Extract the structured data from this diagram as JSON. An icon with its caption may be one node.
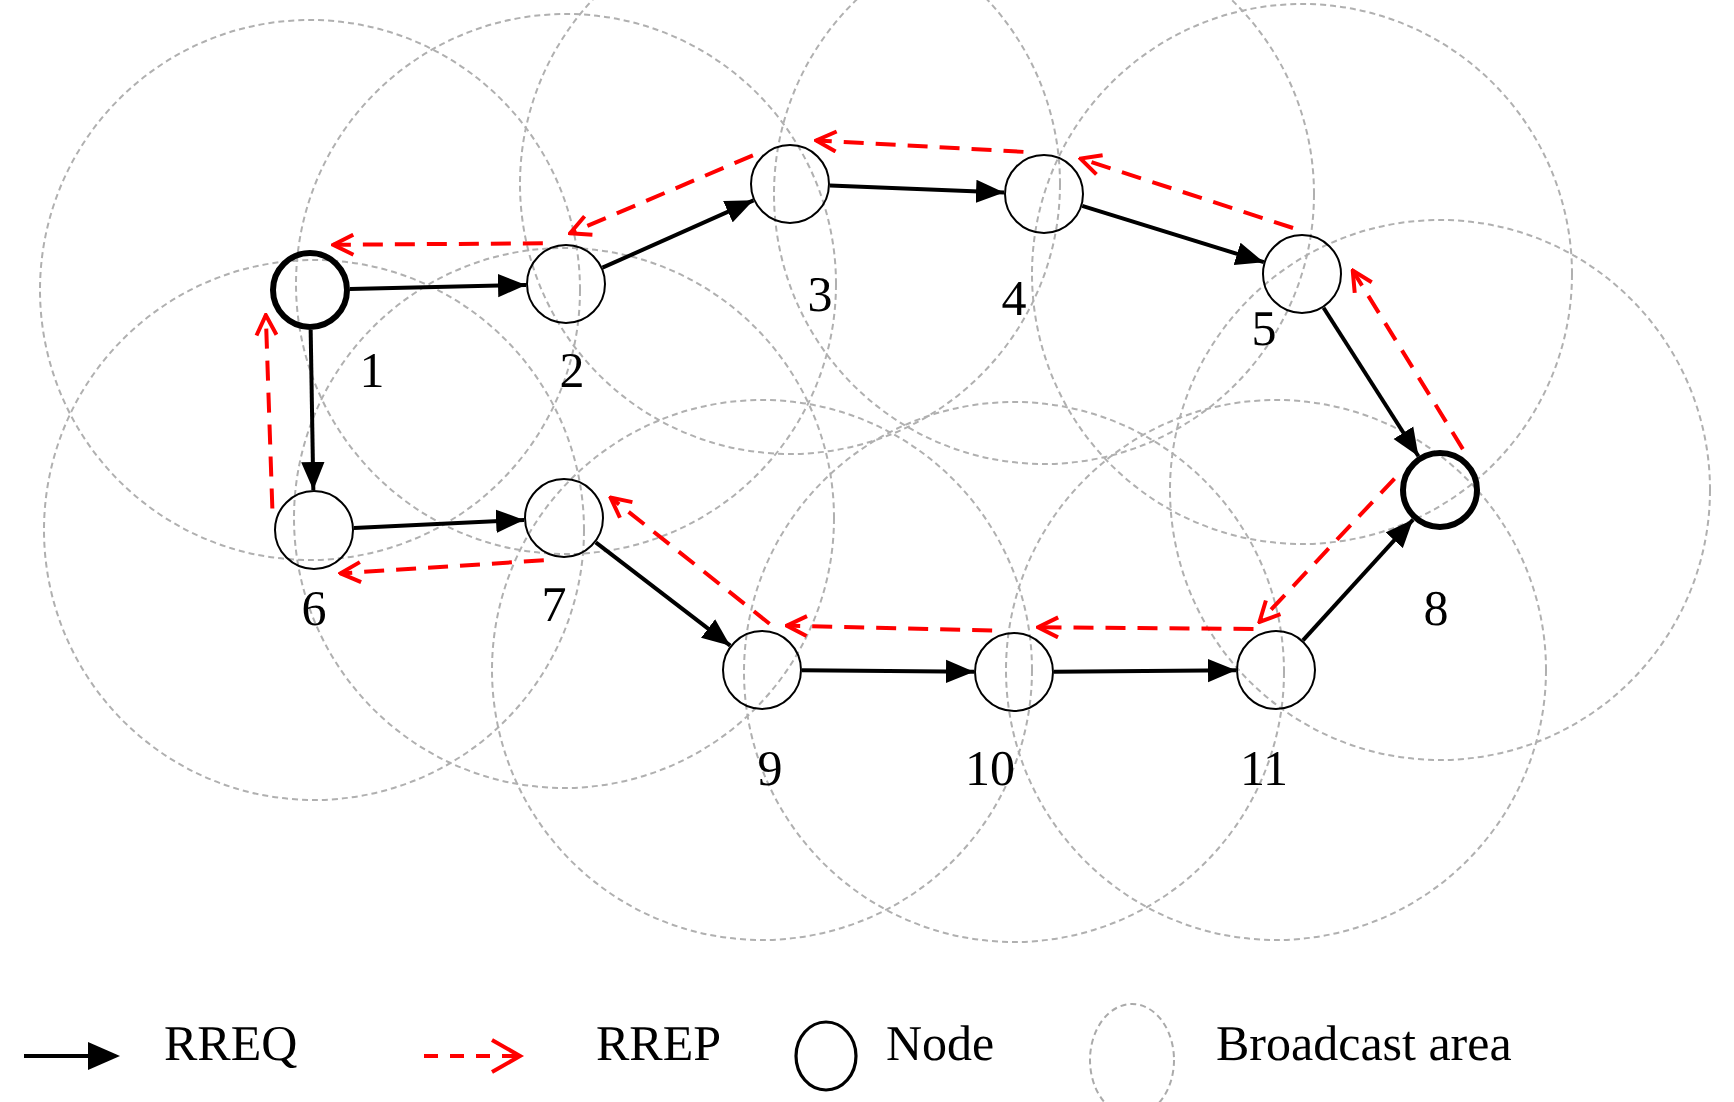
{
  "diagram": {
    "nodes": [
      {
        "text": [],
        "shape": "circle",
        "beside": [
          "1"
        ]
      },
      {
        "text": [],
        "shape": "circle",
        "beside": [
          "2"
        ]
      },
      {
        "text": [],
        "shape": "circle",
        "beside": [
          "3"
        ]
      },
      {
        "text": [],
        "shape": "circle",
        "beside": [
          "4"
        ]
      },
      {
        "text": [],
        "shape": "circle",
        "beside": [
          "5"
        ]
      },
      {
        "text": [],
        "shape": "circle",
        "beside": [
          "6"
        ]
      },
      {
        "text": [],
        "shape": "circle",
        "beside": [
          "7"
        ]
      },
      {
        "text": [],
        "shape": "circle",
        "beside": [
          "8"
        ]
      },
      {
        "text": [],
        "shape": "circle",
        "beside": [
          "9"
        ]
      },
      {
        "text": [],
        "shape": "circle",
        "beside": [
          "10"
        ]
      },
      {
        "text": [],
        "shape": "circle",
        "beside": [
          "11"
        ]
      }
    ],
    "edges": [
      {
        "from": 0,
        "to": 1,
        "arrow": "to"
      },
      {
        "from": 1,
        "to": 2,
        "arrow": "to"
      },
      {
        "from": 2,
        "to": 3,
        "arrow": "to"
      },
      {
        "from": 3,
        "to": 4,
        "arrow": "to"
      },
      {
        "from": 4,
        "to": 7,
        "arrow": "to"
      },
      {
        "from": 0,
        "to": 5,
        "arrow": "to"
      },
      {
        "from": 5,
        "to": 6,
        "arrow": "to"
      },
      {
        "from": 6,
        "to": 8,
        "arrow": "to"
      },
      {
        "from": 8,
        "to": 9,
        "arrow": "to"
      },
      {
        "from": 9,
        "to": 10,
        "arrow": "to"
      },
      {
        "from": 10,
        "to": 7,
        "arrow": "to"
      },
      {
        "from": 7,
        "to": 4,
        "arrow": "to",
        "style": "dashed",
        "color": "#ff0000"
      },
      {
        "from": 4,
        "to": 3,
        "arrow": "to",
        "style": "dashed",
        "color": "#ff0000"
      },
      {
        "from": 3,
        "to": 2,
        "arrow": "to",
        "style": "dashed",
        "color": "#ff0000"
      },
      {
        "from": 2,
        "to": 1,
        "arrow": "to",
        "style": "dashed",
        "color": "#ff0000"
      },
      {
        "from": 1,
        "to": 0,
        "arrow": "to",
        "style": "dashed",
        "color": "#ff0000"
      },
      {
        "from": 7,
        "to": 10,
        "arrow": "to",
        "style": "dashed",
        "color": "#ff0000"
      },
      {
        "from": 10,
        "to": 9,
        "arrow": "to",
        "style": "dashed",
        "color": "#ff0000"
      },
      {
        "from": 9,
        "to": 8,
        "arrow": "to",
        "style": "dashed",
        "color": "#ff0000"
      },
      {
        "from": 8,
        "to": 6,
        "arrow": "to",
        "style": "dashed",
        "color": "#ff0000"
      },
      {
        "from": 6,
        "to": 5,
        "arrow": "to",
        "style": "dashed",
        "color": "#ff0000"
      },
      {
        "from": 5,
        "to": 0,
        "arrow": "to",
        "style": "dashed",
        "color": "#ff0000"
      }
    ],
    "legend": [
      {
        "text": "RREQ"
      },
      {
        "text": "RREP"
      },
      {
        "text": "Node"
      },
      {
        "text": "Broadcast area"
      }
    ]
  }
}
